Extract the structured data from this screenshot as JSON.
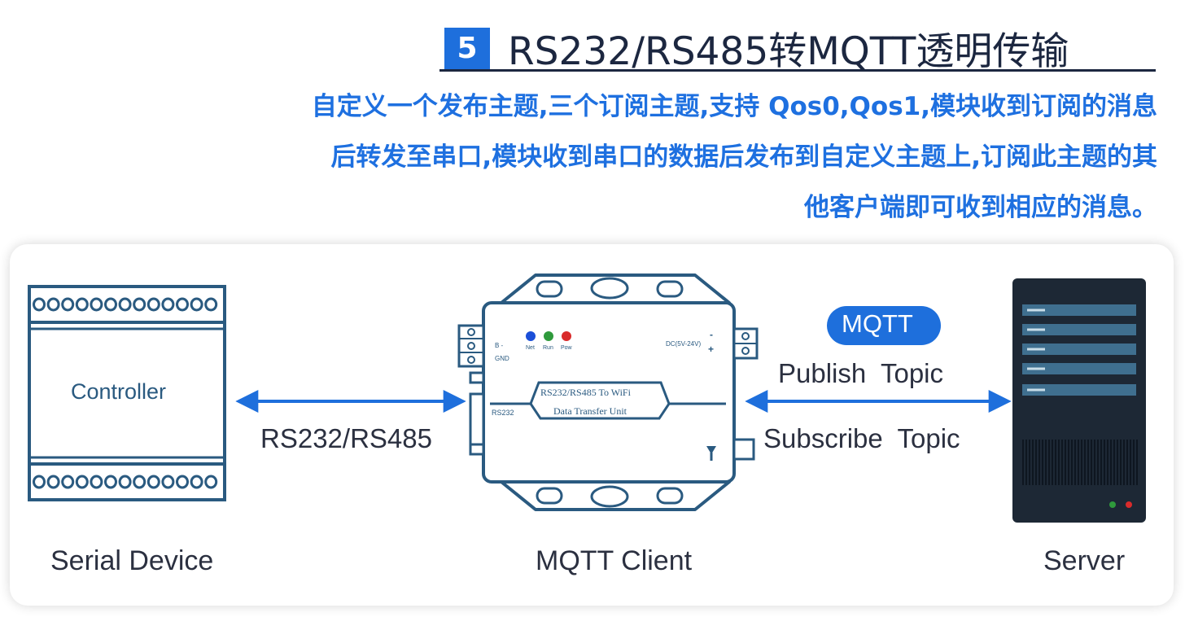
{
  "header": {
    "number": "5",
    "title": "RS232/RS485转MQTT透明传输"
  },
  "description": [
    "自定义一个发布主题,三个订阅主题,支持 Qos0,Qos1,模块收到订阅的消息",
    "后转发至串口,模块收到串口的数据后发布到自定义主题上,订阅此主题的其",
    "他客户端即可收到相应的消息。"
  ],
  "diagram": {
    "controller": {
      "label": "Controller",
      "caption": "Serial Device"
    },
    "serial_link_label": "RS232/RS485",
    "client": {
      "caption": "MQTT Client",
      "device_title_1": "RS232/RS485 To WiFi",
      "device_title_2": "Data Transfer Unit",
      "port_label": "RS232",
      "pin_b": "B -",
      "pin_gnd": "GND",
      "led_labels": [
        "Net",
        "Run",
        "Pow"
      ],
      "power_label": "DC(5V-24V)",
      "power_signs": [
        "-",
        "+"
      ]
    },
    "mqtt_badge": "MQTT",
    "publish_label": "Publish  Topic",
    "subscribe_label": "Subscribe  Topic",
    "server": {
      "caption": "Server"
    },
    "colors": {
      "accent": "#1e6fdc",
      "text_blue": "#1e70e0",
      "outline": "#2a5a80",
      "server_body": "#1d2835",
      "server_slot": "#3f6f8f",
      "led_net": "#1b4fd8",
      "led_run": "#2f9a3c",
      "led_pow": "#d92b2b"
    }
  }
}
